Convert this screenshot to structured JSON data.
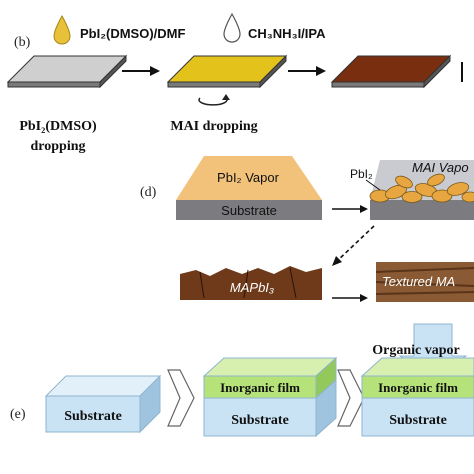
{
  "panel_b": {
    "label": "(b)",
    "reagent_1": "PbI₂(DMSO)/DMF",
    "reagent_2": "CH₃NH₃I/IPA",
    "caption_1_line1": "PbI₂(DMSO)",
    "caption_1_line2": "dropping",
    "caption_2": "MAI dropping"
  },
  "panel_d": {
    "label": "(d)",
    "pbi2_vapor": "PbI₂ Vapor",
    "substrate": "Substrate",
    "pbi2_label": "PbI₂",
    "mai_vapor": "MAI Vapo",
    "mapbi3": "MAPbI₃",
    "textured": "Textured MA"
  },
  "panel_e": {
    "label": "(e)",
    "substrate_1": "Substrate",
    "inorganic_film_1": "Inorganic film",
    "substrate_2": "Substrate",
    "organic_vapor": "Organic vapor",
    "inorganic_film_2": "Inorganic film",
    "substrate_3": "Substrate"
  },
  "colors": {
    "gray_film": "#bdbdbd",
    "yellow_film": "#e3c21c",
    "brown_film": "#7a2e10",
    "substrate_gray": "#7c7c80",
    "vapor_orange": "#f2c27a",
    "crystal_orange": "#e8a640",
    "perovskite_brown": "#6e3a1a",
    "light_blue": "#c9e3f5",
    "green_film": "#b5e37a"
  }
}
